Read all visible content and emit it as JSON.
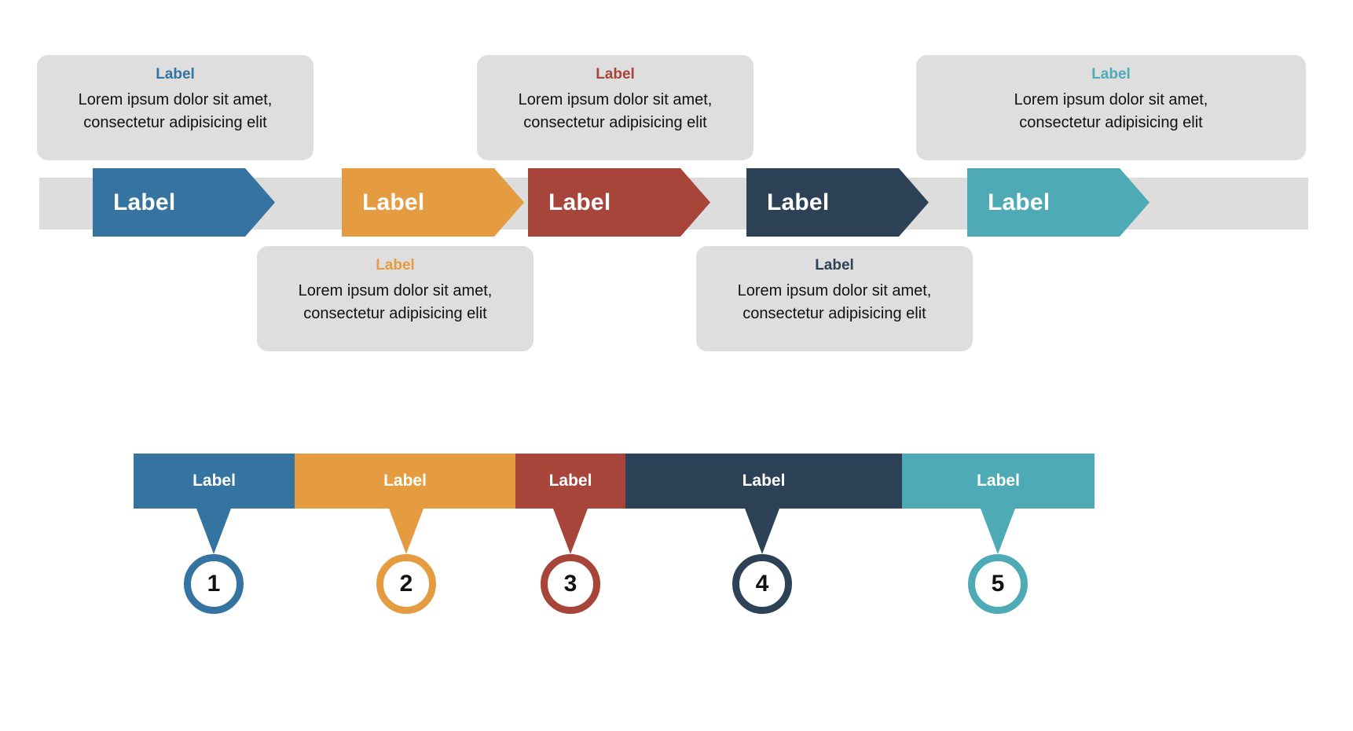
{
  "palette": {
    "blue": "#3574a0",
    "orange": "#e59b3f",
    "red": "#a8453a",
    "navy": "#2e4257",
    "teal": "#4eabb5",
    "track_gray": "#dddddd",
    "callout_gray": "#dedede",
    "text_dark": "#111111",
    "text_light": "#ffffff",
    "background": "#ffffff"
  },
  "process": {
    "steps": [
      {
        "label": "Label",
        "color": "#3574a0"
      },
      {
        "label": "Label",
        "color": "#e59b3f"
      },
      {
        "label": "Label",
        "color": "#a8453a"
      },
      {
        "label": "Label",
        "color": "#2e4257"
      },
      {
        "label": "Label",
        "color": "#4eabb5"
      }
    ]
  },
  "callouts": [
    {
      "title": "Label",
      "title_color": "#3574a0",
      "body_line1": "Lorem ipsum dolor sit amet,",
      "body_line2": "consectetur adipisicing elit",
      "position": "above"
    },
    {
      "title": "Label",
      "title_color": "#e59b3f",
      "body_line1": "Lorem ipsum dolor sit amet,",
      "body_line2": "consectetur adipisicing elit",
      "position": "below"
    },
    {
      "title": "Label",
      "title_color": "#a8453a",
      "body_line1": "Lorem ipsum dolor sit amet,",
      "body_line2": "consectetur adipisicing elit",
      "position": "above"
    },
    {
      "title": "Label",
      "title_color": "#2e4257",
      "body_line1": "Lorem ipsum dolor sit amet,",
      "body_line2": "consectetur adipisicing elit",
      "position": "below"
    },
    {
      "title": "Label",
      "title_color": "#4eabb5",
      "body_line1": "Lorem ipsum dolor sit amet,",
      "body_line2": "consectetur adipisicing elit",
      "position": "above"
    }
  ],
  "timeline": {
    "segments": [
      {
        "label": "Label",
        "number": "1",
        "color": "#3574a0"
      },
      {
        "label": "Label",
        "number": "2",
        "color": "#e59b3f"
      },
      {
        "label": "Label",
        "number": "3",
        "color": "#a8453a"
      },
      {
        "label": "Label",
        "number": "4",
        "color": "#2e4257"
      },
      {
        "label": "Label",
        "number": "5",
        "color": "#4eabb5"
      }
    ]
  }
}
